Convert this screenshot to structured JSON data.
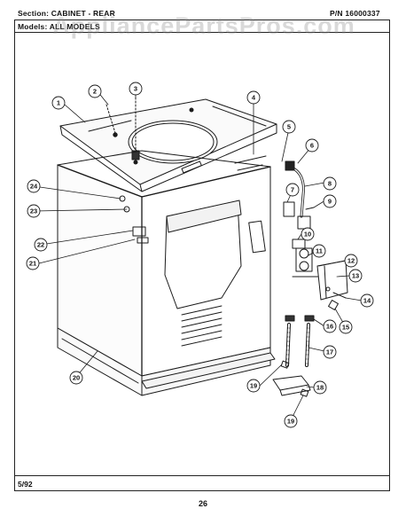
{
  "header": {
    "section_label": "Section:",
    "section_value": "CABINET - REAR",
    "model_label": "Models:",
    "model_value": "ALL MODELS",
    "part_number_label": "P/N",
    "part_number_value": "16000337"
  },
  "watermark": "AppliancePartsPros.com",
  "footer": {
    "date": "5/92",
    "page_number": "26"
  },
  "callouts": [
    "1",
    "2",
    "3",
    "4",
    "5",
    "6",
    "7",
    "8",
    "9",
    "10",
    "11",
    "12",
    "13",
    "14",
    "15",
    "16",
    "17",
    "18",
    "19",
    "19",
    "20",
    "21",
    "22",
    "23",
    "24"
  ],
  "colors": {
    "line": "#1a1a1a",
    "watermark": "#8c8c8c"
  }
}
